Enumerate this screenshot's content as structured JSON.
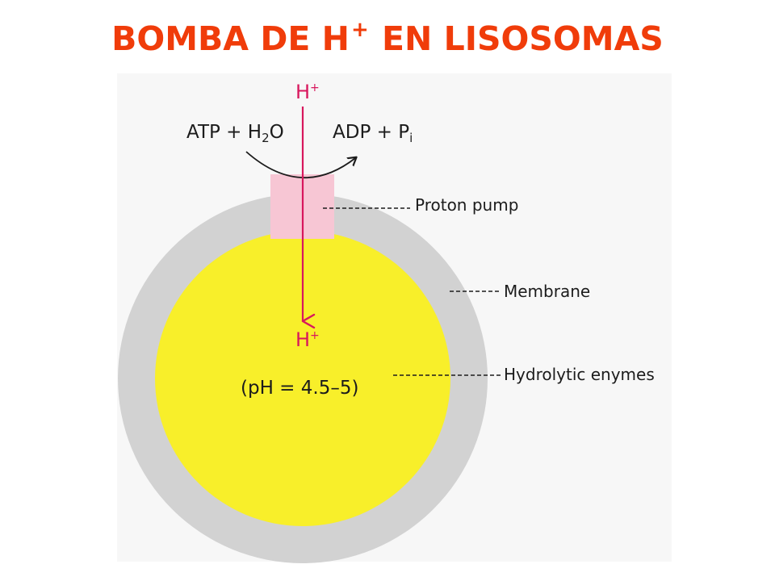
{
  "slide": {
    "title_prefix": "BOMBA DE H",
    "title_superscript": "+",
    "title_suffix": " EN LISOSOMAS"
  },
  "diagram": {
    "proton_top": {
      "base": "H",
      "sup": "+"
    },
    "proton_bottom": {
      "base": "H",
      "sup": "+"
    },
    "reaction": {
      "reactants_part1": "ATP + H",
      "reactants_sub": "2",
      "reactants_part2": "O",
      "products_base": "ADP + P",
      "products_sub": "i"
    },
    "lumen_ph": "(pH = 4.5–5)",
    "labels": {
      "proton_pump": "Proton pump",
      "membrane": "Membrane",
      "hydrolytic_enzymes": "Hydrolytic enymes"
    }
  },
  "colors": {
    "title": "#f03c0a",
    "membrane": "#d2d2d2",
    "lumen": "#f8ef2a",
    "pump": "#f7c6d4",
    "proton_arrow": "#d8175d",
    "text": "#1c1c1c",
    "panel": "#f7f7f7"
  }
}
